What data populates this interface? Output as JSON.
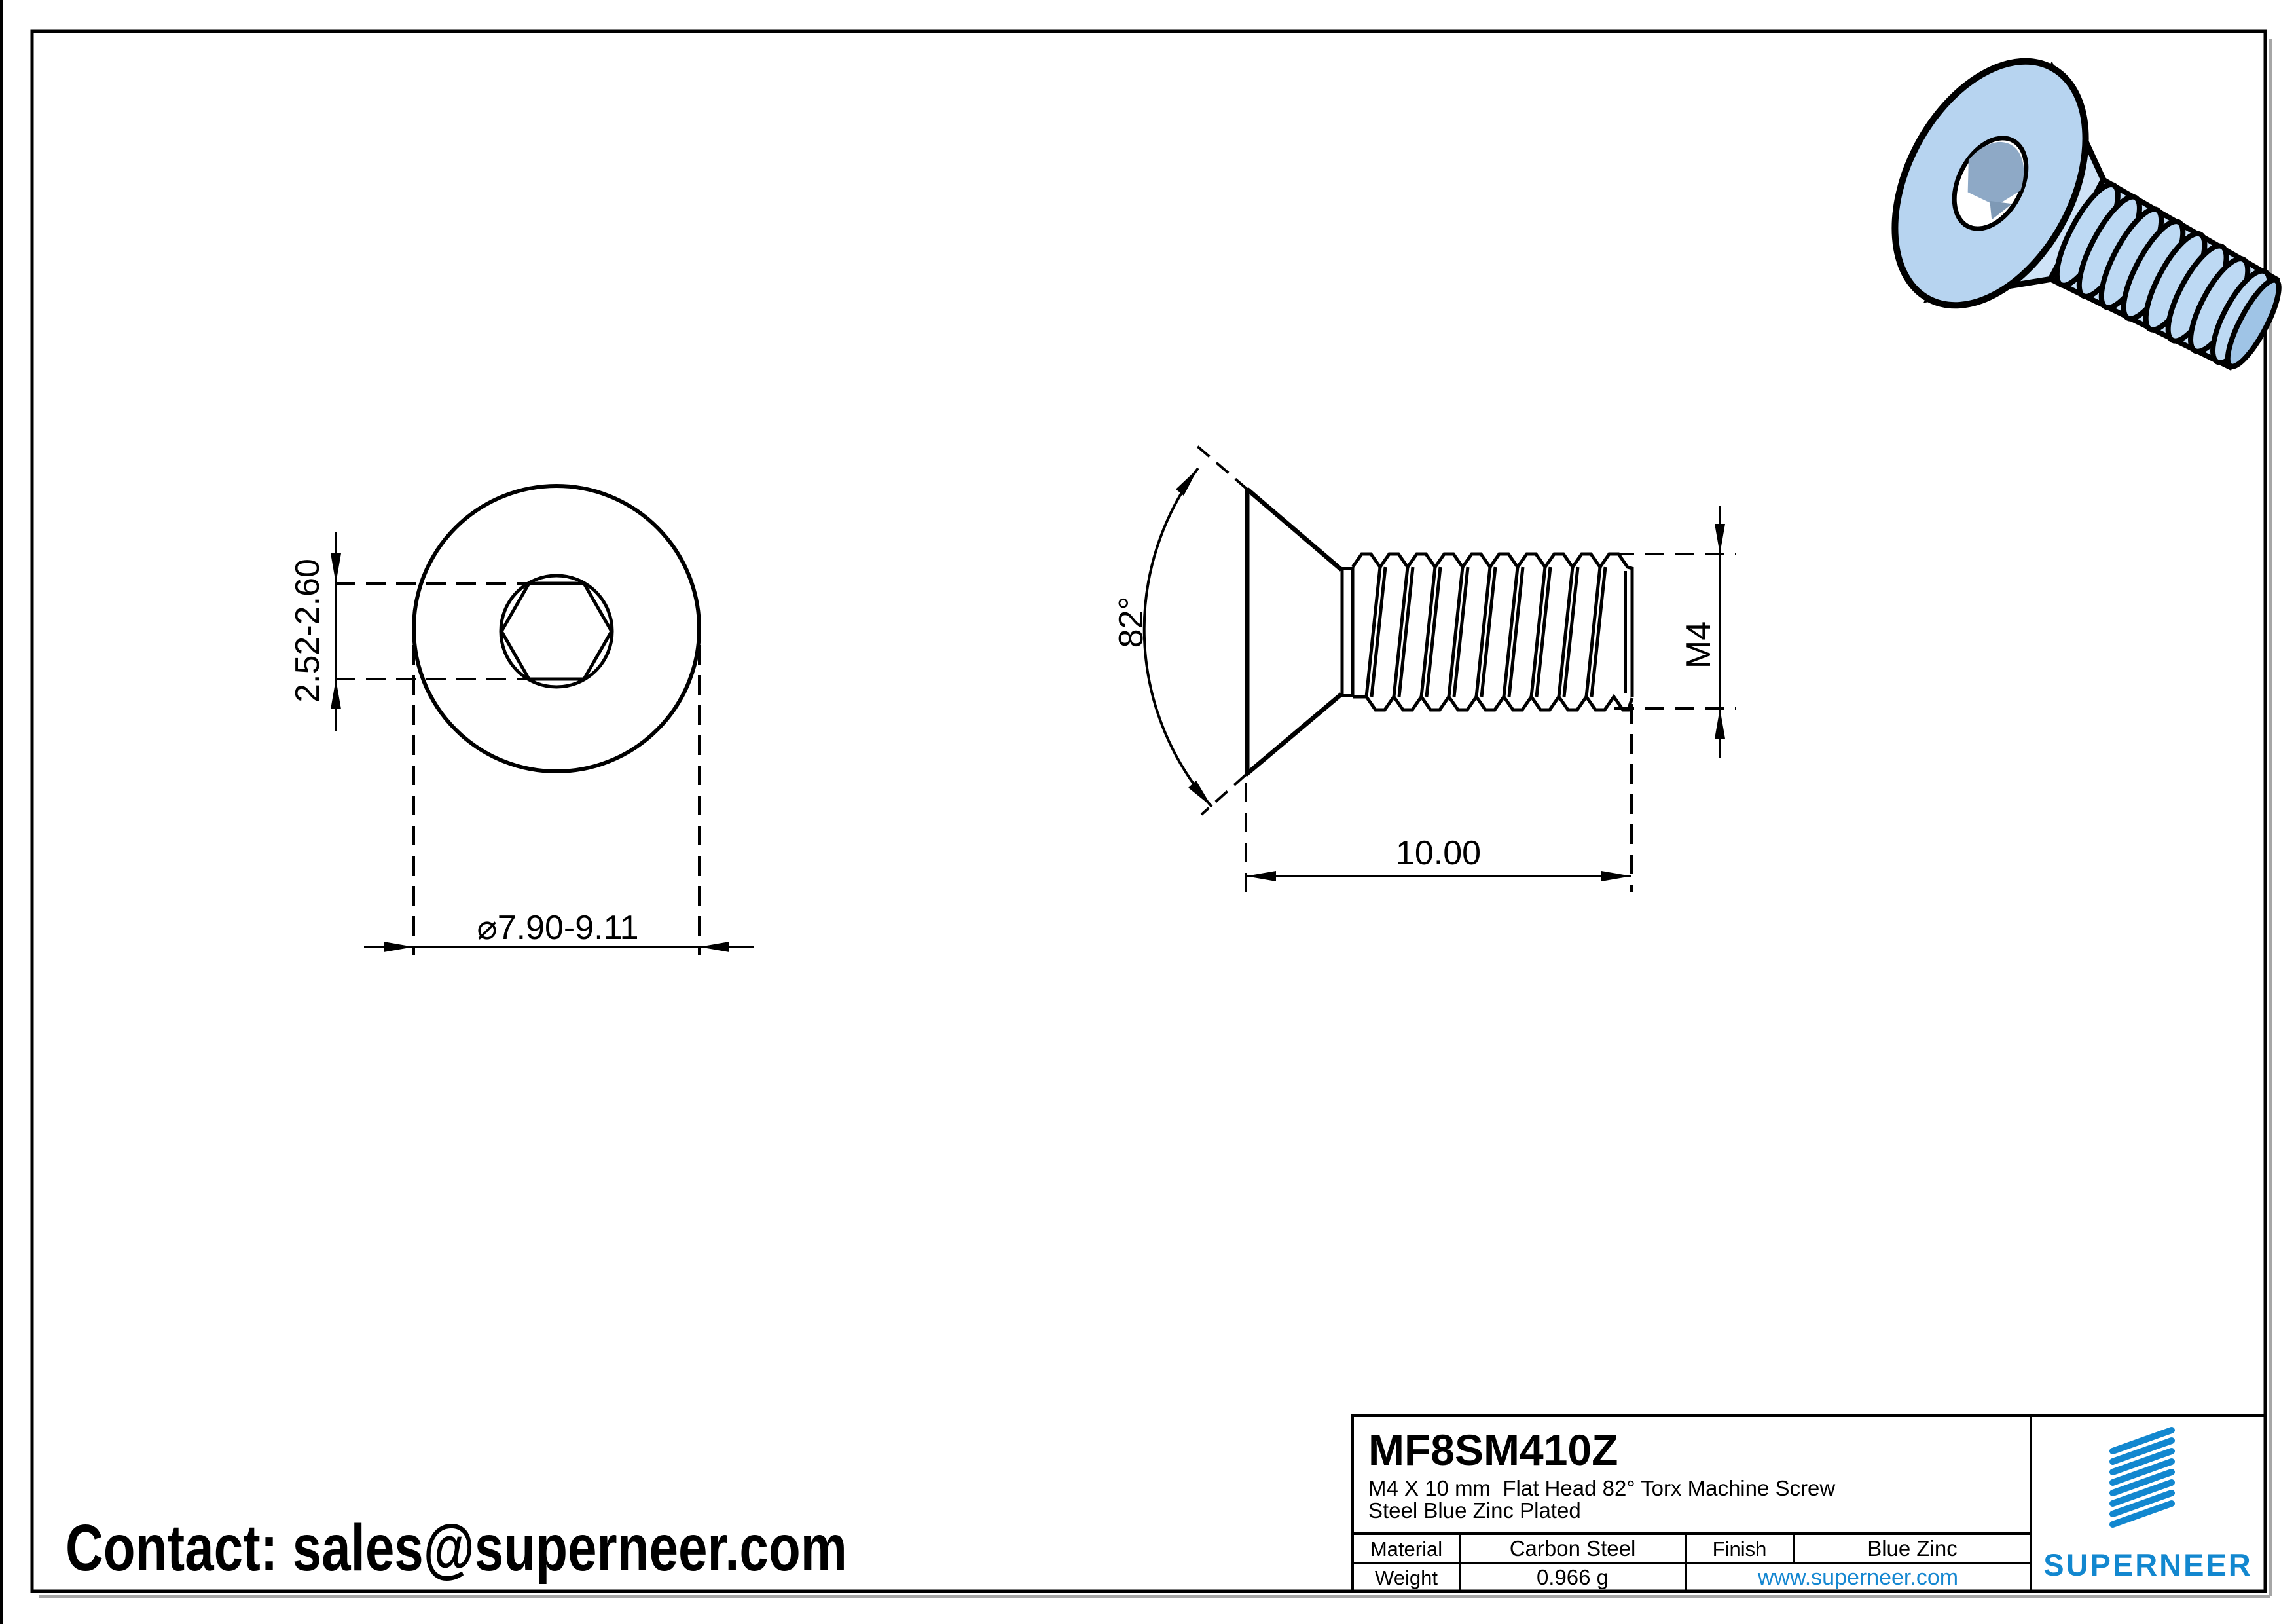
{
  "contact_line": "Contact: sales@superneer.com",
  "top_view": {
    "socket_dim": "2.52-2.60",
    "diameter_dim": "⌀7.90-9.11"
  },
  "side_view": {
    "angle_dim": "82°",
    "thread_dim": "M4",
    "length_dim": "10.00"
  },
  "title_block": {
    "part_number": "MF8SM410Z",
    "description_line1": "M4 X 10 mm  Flat Head 82° Torx Machine Screw",
    "description_line2": "Steel Blue Zinc Plated",
    "material_label": "Material",
    "material_value": "Carbon Steel",
    "finish_label": "Finish",
    "finish_value": "Blue Zinc",
    "weight_label": "Weight",
    "weight_value": "0.966 g",
    "website": "www.superneer.com",
    "brand": "SUPERNEER"
  },
  "colors": {
    "brand_blue": "#1287cf",
    "link_blue": "#1587d1",
    "screw_body_blue": "#b7d4f0",
    "screw_light_blue": "#cfe3f7",
    "screw_thread_blue": "#bdd9f3",
    "socket_wall_gray": "#8ea9c6",
    "line_black": "#000000"
  }
}
